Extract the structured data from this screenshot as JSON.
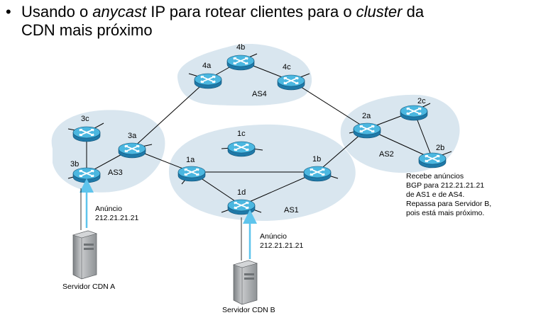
{
  "heading": {
    "bullet": "•",
    "part1": "Usando o ",
    "em1": "anycast",
    "part2": " IP para rotear clientes para o ",
    "em2": "cluster",
    "part3": " da",
    "line2": "CDN mais próximo"
  },
  "autonomous_systems": [
    "AS4",
    "AS3",
    "AS1",
    "AS2"
  ],
  "routers": [
    "4a",
    "4b",
    "4c",
    "3a",
    "3b",
    "3c",
    "1a",
    "1b",
    "1c",
    "1d",
    "2a",
    "2b",
    "2c"
  ],
  "announcements": {
    "a_line1": "Anúncio",
    "a_line2": "212.21.21.21",
    "b_line1": "Anúncio",
    "b_line2": "212.21.21.21"
  },
  "servers": {
    "a": "Servidor CDN A",
    "b": "Servidor CDN B"
  },
  "note": [
    "Recebe anúncios",
    "BGP para 212.21.21.21",
    "de AS1 e de AS4.",
    "Repassa para Servidor B,",
    "pois está mais próximo."
  ],
  "colors": {
    "cloud": "#d9e6ef",
    "router_top": "#b8e6f7",
    "router_body": "#4bb7e0",
    "arrow": "#5ec4ec",
    "server": "#a9acae"
  }
}
